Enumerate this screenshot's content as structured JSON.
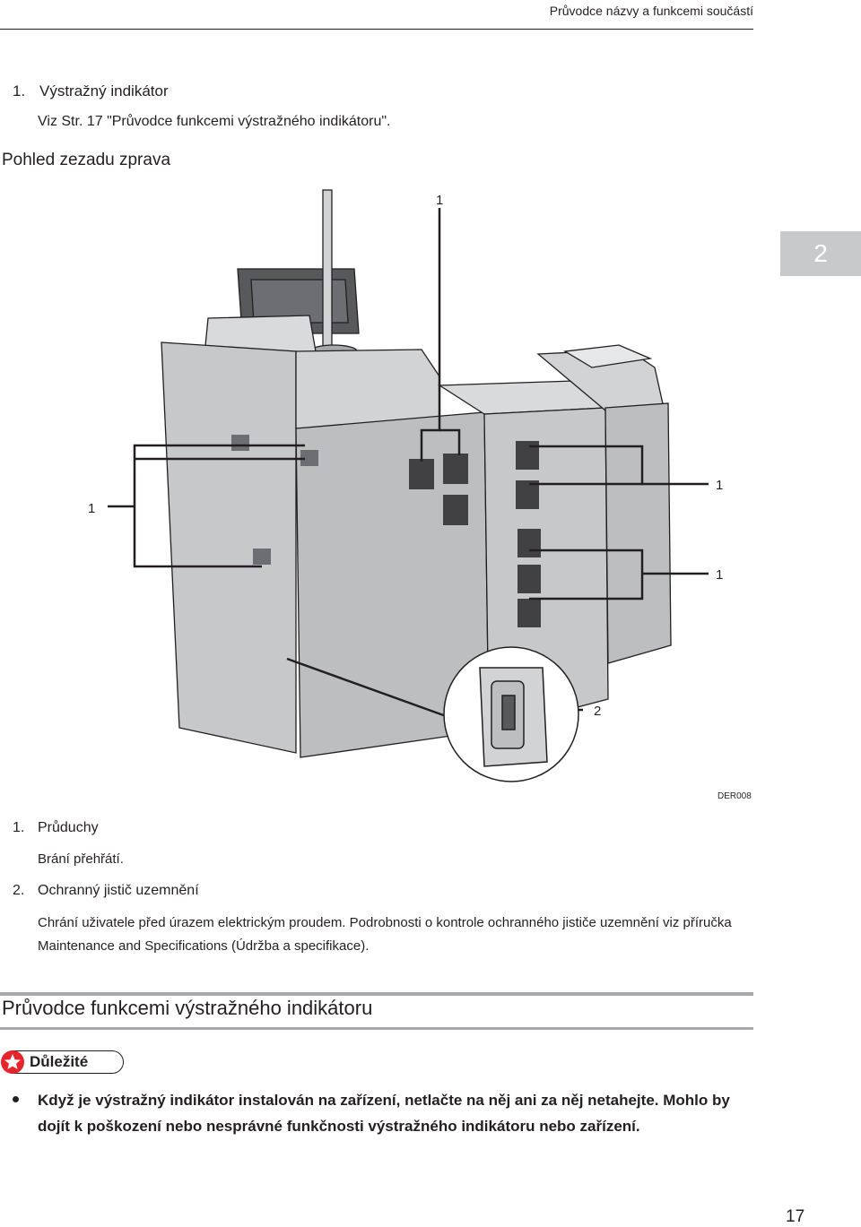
{
  "header": {
    "title": "Průvodce názvy a funkcemi součástí"
  },
  "section1": {
    "item_number": "1.",
    "item_title": "Výstražný indikátor",
    "item_desc": "Viz Str. 17 \"Průvodce funkcemi výstražného indikátoru\"."
  },
  "view_title": "Pohled zezadu zprava",
  "chapter_tab": "2",
  "figure": {
    "callouts": {
      "top": "1",
      "left": "1",
      "right_upper": "1",
      "right_lower": "1",
      "breaker": "2"
    },
    "code": "DER008"
  },
  "items": [
    {
      "number": "1.",
      "title": "Průduchy",
      "desc": "Brání přehřátí."
    },
    {
      "number": "2.",
      "title": "Ochranný jistič uzemnění",
      "desc": "Chrání uživatele před úrazem elektrickým proudem. Podrobnosti o kontrole ochranného jističe uzemnění viz příručka Maintenance and Specifications (Údržba a specifikace)."
    }
  ],
  "section2": {
    "title": "Průvodce funkcemi výstražného indikátoru",
    "important_label": "Důležité",
    "bullet": "Když je výstražný indikátor instalován na zařízení, netlačte na něj ani za něj netahejte. Mohlo by dojít k poškození nebo nesprávné funkčnosti výstražného indikátoru nebo zařízení."
  },
  "page_number": "17",
  "colors": {
    "text": "#231f20",
    "rule": "#a6a8ab",
    "tab": "#c8c9ca",
    "important_star": "#e5242c"
  }
}
